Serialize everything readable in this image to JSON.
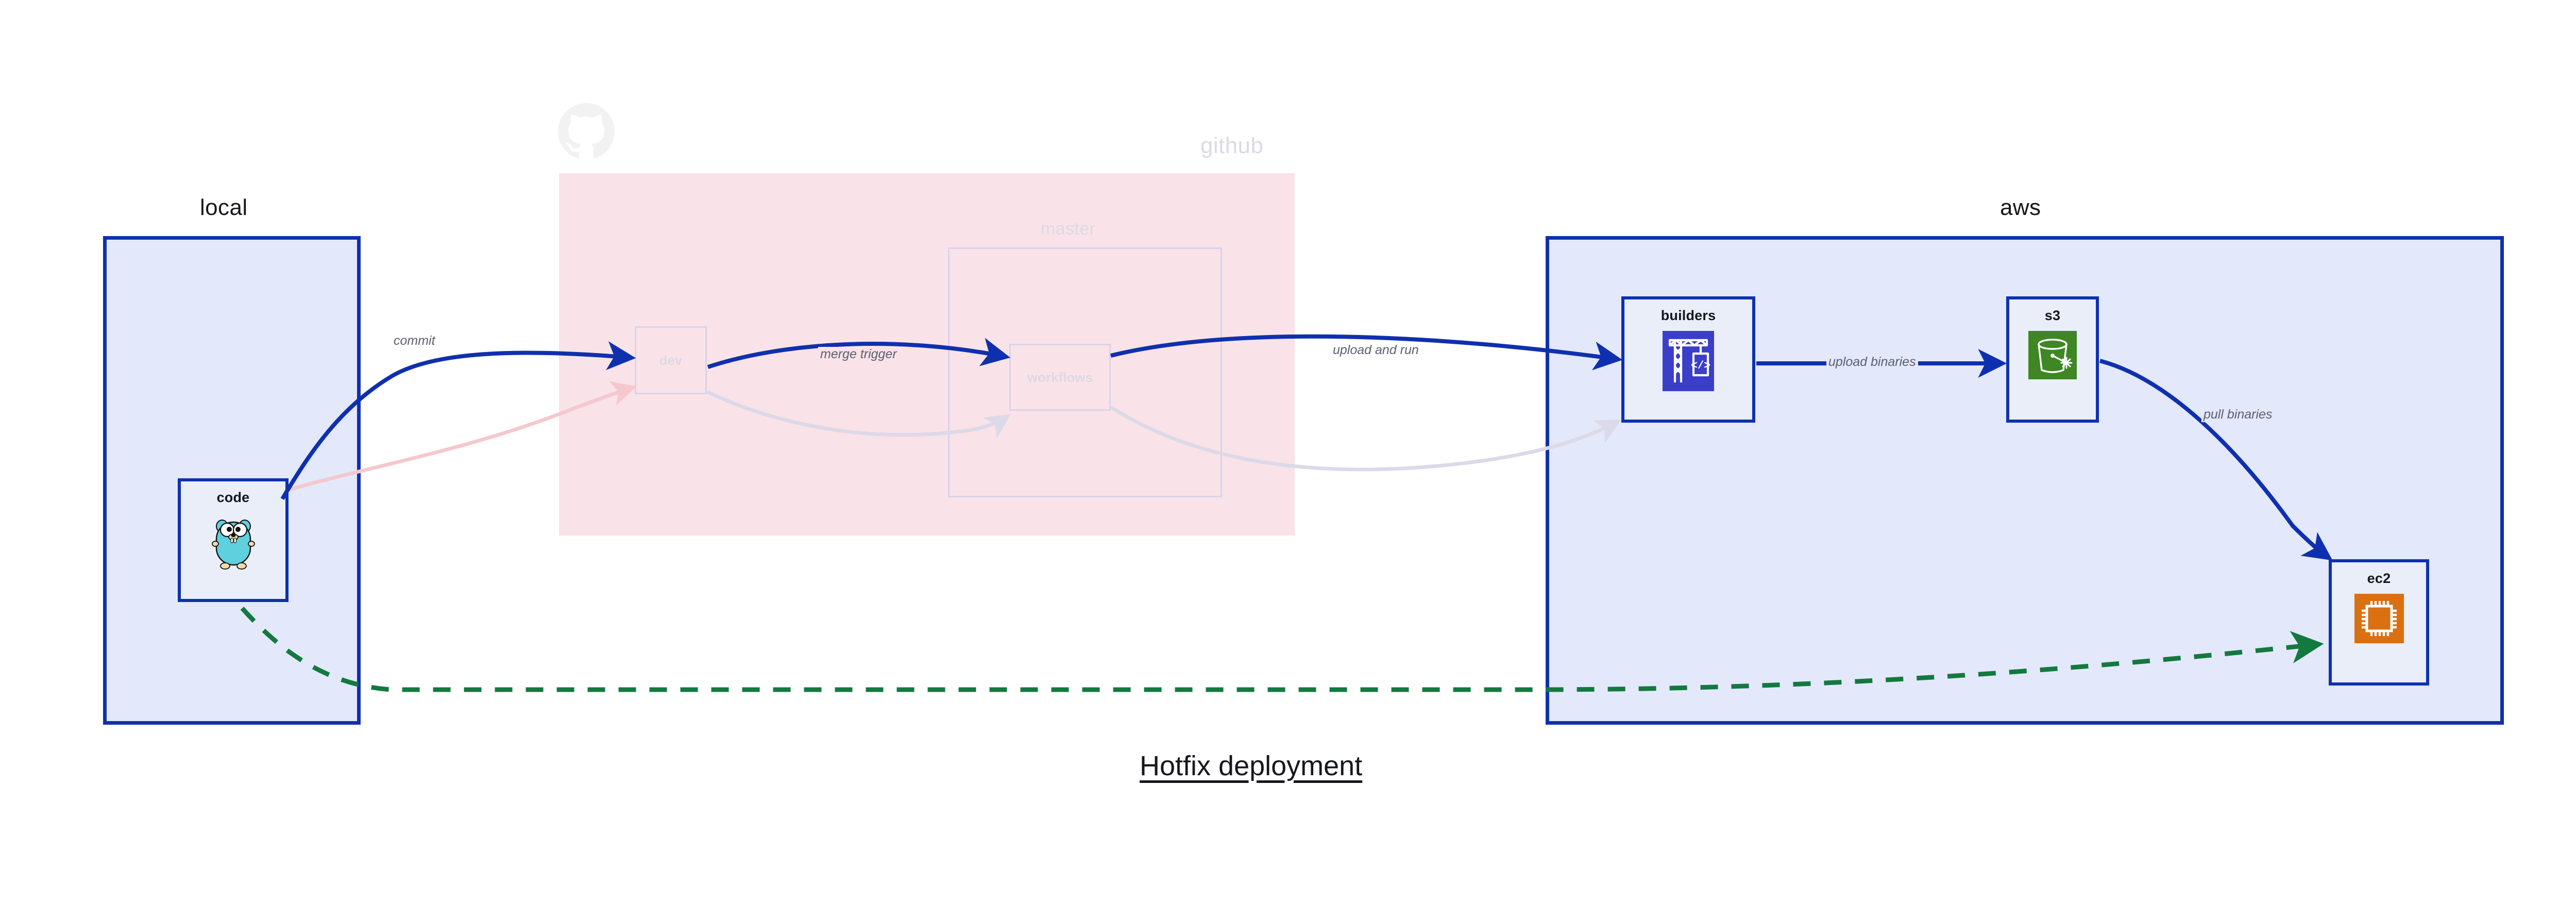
{
  "diagram": {
    "title": "Hotfix deployment",
    "clusters": [
      {
        "id": "local",
        "label": "local"
      },
      {
        "id": "github",
        "label": "github"
      },
      {
        "id": "master",
        "label": "master"
      },
      {
        "id": "aws",
        "label": "aws"
      }
    ],
    "nodes": [
      {
        "id": "code",
        "label": "code",
        "icon": "go-gopher-icon",
        "state": "active"
      },
      {
        "id": "dev",
        "label": "dev",
        "icon": "none",
        "state": "faded"
      },
      {
        "id": "workflows",
        "label": "workflows",
        "icon": "none",
        "state": "faded"
      },
      {
        "id": "builders",
        "label": "builders",
        "icon": "codebuild-crane-icon",
        "state": "active"
      },
      {
        "id": "s3",
        "label": "s3",
        "icon": "s3-bucket-icon",
        "state": "active"
      },
      {
        "id": "ec2",
        "label": "ec2",
        "icon": "ec2-chip-icon",
        "state": "active"
      }
    ],
    "edges": [
      {
        "id": "e1",
        "from": "code",
        "to": "dev",
        "label": "commit",
        "style": "solid-blue"
      },
      {
        "id": "e2",
        "from": "dev",
        "to": "workflows",
        "label": "merge trigger",
        "style": "solid-blue"
      },
      {
        "id": "e3",
        "from": "workflows",
        "to": "builders",
        "label": "upload and run",
        "style": "solid-blue"
      },
      {
        "id": "e4",
        "from": "builders",
        "to": "s3",
        "label": "upload binaries",
        "style": "solid-blue"
      },
      {
        "id": "e5",
        "from": "s3",
        "to": "ec2",
        "label": "pull binaries",
        "style": "solid-blue"
      },
      {
        "id": "e6",
        "from": "code",
        "to": "ec2",
        "label": "",
        "style": "dashed-green"
      },
      {
        "id": "e7",
        "from": "code",
        "to": "dev",
        "label": "",
        "style": "faded-pink"
      },
      {
        "id": "e8",
        "from": "dev",
        "to": "workflows",
        "label": "",
        "style": "faded-grey"
      },
      {
        "id": "e9",
        "from": "workflows",
        "to": "builders",
        "label": "",
        "style": "faded-grey"
      }
    ]
  },
  "colors": {
    "accent_blue": "#0f30ae",
    "cluster_blue_fill": "#e3e8fa",
    "cluster_pink_fill": "#f9e3e8",
    "dashed_green": "#13793f",
    "label_grey": "#5b6171",
    "title_dark": "#16161e",
    "s3_green": "#3f8624",
    "ec2_orange": "#da7011",
    "builders_blue": "#3b3ec9",
    "gopher_cyan": "#5fd0dd"
  }
}
